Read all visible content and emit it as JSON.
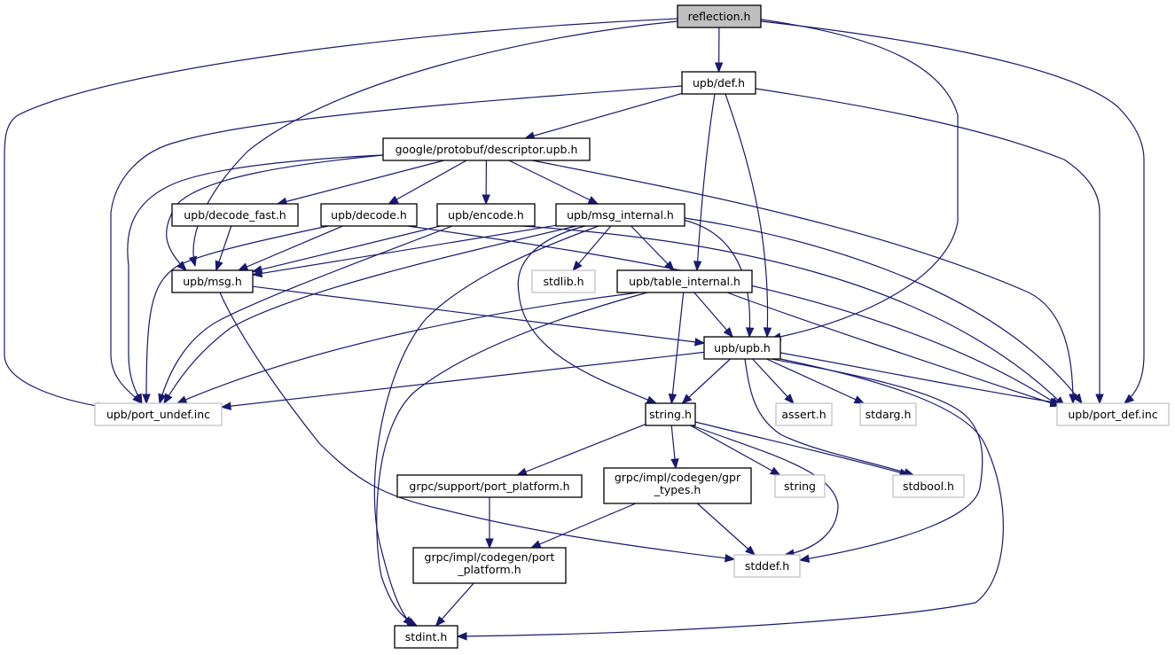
{
  "diagram": {
    "title": "reflection.h include dependency graph",
    "colors": {
      "edge": "#191970",
      "root_fill": "#bfbfbf",
      "node_border": "#404040",
      "external_border": "#bfbfbf"
    },
    "nodes": [
      {
        "id": "reflection",
        "label": "reflection.h",
        "kind": "root"
      },
      {
        "id": "def",
        "label": "upb/def.h",
        "kind": "internal"
      },
      {
        "id": "descriptor",
        "label": "google/protobuf/descriptor.upb.h",
        "kind": "internal"
      },
      {
        "id": "decode_fast",
        "label": "upb/decode_fast.h",
        "kind": "internal"
      },
      {
        "id": "decode",
        "label": "upb/decode.h",
        "kind": "internal"
      },
      {
        "id": "encode",
        "label": "upb/encode.h",
        "kind": "internal"
      },
      {
        "id": "msg_internal",
        "label": "upb/msg_internal.h",
        "kind": "internal"
      },
      {
        "id": "msg",
        "label": "upb/msg.h",
        "kind": "internal"
      },
      {
        "id": "stdlib",
        "label": "stdlib.h",
        "kind": "external"
      },
      {
        "id": "table_internal",
        "label": "upb/table_internal.h",
        "kind": "internal"
      },
      {
        "id": "upb",
        "label": "upb/upb.h",
        "kind": "internal"
      },
      {
        "id": "port_undef",
        "label": "upb/port_undef.inc",
        "kind": "external"
      },
      {
        "id": "string_h",
        "label": "string.h",
        "kind": "internal"
      },
      {
        "id": "assert",
        "label": "assert.h",
        "kind": "external"
      },
      {
        "id": "stdarg",
        "label": "stdarg.h",
        "kind": "external"
      },
      {
        "id": "port_def",
        "label": "upb/port_def.inc",
        "kind": "external"
      },
      {
        "id": "port_platform_support",
        "label": "grpc/support/port_platform.h",
        "kind": "internal"
      },
      {
        "id": "gpr_types",
        "label": "grpc/impl/codegen/gpr\n_types.h",
        "kind": "internal"
      },
      {
        "id": "string",
        "label": "string",
        "kind": "external"
      },
      {
        "id": "stdbool",
        "label": "stdbool.h",
        "kind": "external"
      },
      {
        "id": "port_platform_codegen",
        "label": "grpc/impl/codegen/port\n_platform.h",
        "kind": "internal"
      },
      {
        "id": "stddef",
        "label": "stddef.h",
        "kind": "external"
      },
      {
        "id": "stdint",
        "label": "stdint.h",
        "kind": "internal"
      }
    ],
    "edges": [
      [
        "reflection",
        "def"
      ],
      [
        "reflection",
        "port_undef"
      ],
      [
        "reflection",
        "msg"
      ],
      [
        "reflection",
        "upb"
      ],
      [
        "reflection",
        "port_def"
      ],
      [
        "def",
        "descriptor"
      ],
      [
        "def",
        "port_undef"
      ],
      [
        "def",
        "table_internal"
      ],
      [
        "def",
        "upb"
      ],
      [
        "def",
        "port_def"
      ],
      [
        "descriptor",
        "decode_fast"
      ],
      [
        "descriptor",
        "decode"
      ],
      [
        "descriptor",
        "encode"
      ],
      [
        "descriptor",
        "msg_internal"
      ],
      [
        "descriptor",
        "port_undef"
      ],
      [
        "descriptor",
        "port_def"
      ],
      [
        "descriptor",
        "msg"
      ],
      [
        "decode_fast",
        "msg"
      ],
      [
        "decode",
        "msg"
      ],
      [
        "decode",
        "port_undef"
      ],
      [
        "decode",
        "port_def"
      ],
      [
        "encode",
        "msg"
      ],
      [
        "encode",
        "port_undef"
      ],
      [
        "encode",
        "port_def"
      ],
      [
        "msg_internal",
        "msg"
      ],
      [
        "msg_internal",
        "stdlib"
      ],
      [
        "msg_internal",
        "table_internal"
      ],
      [
        "msg_internal",
        "upb"
      ],
      [
        "msg_internal",
        "port_undef"
      ],
      [
        "msg_internal",
        "port_def"
      ],
      [
        "msg_internal",
        "string_h"
      ],
      [
        "msg_internal",
        "stdint"
      ],
      [
        "msg",
        "upb"
      ],
      [
        "msg",
        "stddef"
      ],
      [
        "table_internal",
        "upb"
      ],
      [
        "table_internal",
        "string_h"
      ],
      [
        "table_internal",
        "port_undef"
      ],
      [
        "table_internal",
        "port_def"
      ],
      [
        "table_internal",
        "stdint"
      ],
      [
        "upb",
        "port_undef"
      ],
      [
        "upb",
        "string_h"
      ],
      [
        "upb",
        "assert"
      ],
      [
        "upb",
        "stdarg"
      ],
      [
        "upb",
        "port_def"
      ],
      [
        "upb",
        "stdbool"
      ],
      [
        "upb",
        "stddef"
      ],
      [
        "upb",
        "stdint"
      ],
      [
        "string_h",
        "port_platform_support"
      ],
      [
        "string_h",
        "gpr_types"
      ],
      [
        "string_h",
        "string"
      ],
      [
        "string_h",
        "stdbool"
      ],
      [
        "string_h",
        "stddef"
      ],
      [
        "port_platform_support",
        "port_platform_codegen"
      ],
      [
        "gpr_types",
        "port_platform_codegen"
      ],
      [
        "gpr_types",
        "stddef"
      ],
      [
        "port_platform_codegen",
        "stdint"
      ]
    ]
  }
}
